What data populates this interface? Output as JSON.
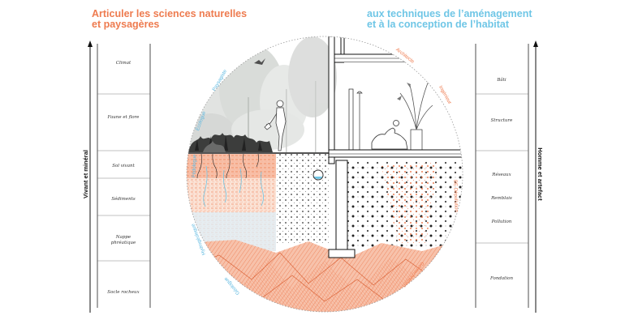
{
  "header": {
    "left_title": [
      "Articuler les sciences naturelles",
      "et paysagères"
    ],
    "right_title": [
      "aux techniques de l’aménagement",
      "et à la conception de l’habitat"
    ]
  },
  "left_axis": {
    "label": "Vivant et minéral",
    "items": [
      "Climat",
      "Faune et flore",
      "Sol vivant",
      "Sédiments",
      "Nappe",
      "phréatique",
      "Socle rocheux"
    ]
  },
  "right_axis": {
    "label": "Homme et artefact",
    "items": [
      "Bâti",
      "Structure",
      "Réseaux",
      "Remblais",
      "Pollution",
      "Fondation"
    ]
  },
  "disciplines_natural": [
    "Paysagiste",
    "Écologue",
    "Pédologue",
    "Hydrogéologue",
    "Géologue"
  ],
  "disciplines_built": [
    "Architecte",
    "Ingénieur",
    "BE Dépollution",
    "Géotechnicien"
  ],
  "colors": {
    "orange": "#ee7b4f",
    "blue": "#6fc6e6",
    "vegetation": "#c9ccc9"
  }
}
